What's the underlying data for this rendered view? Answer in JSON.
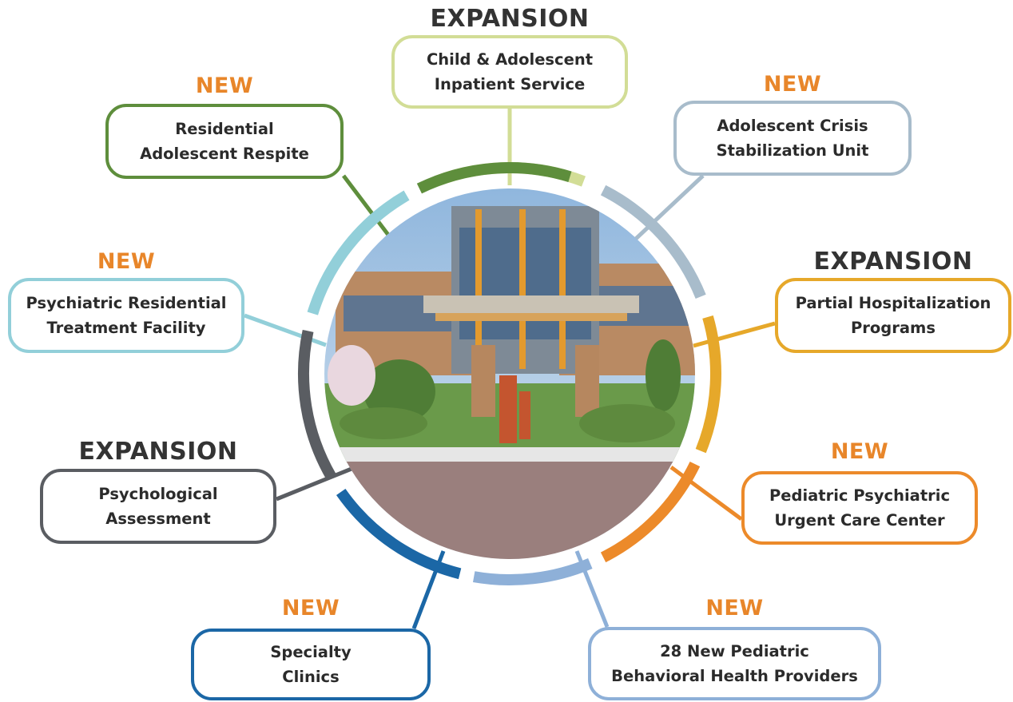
{
  "ring_center_image": {
    "description_icon": "building-illustration"
  },
  "programs": [
    {
      "id": "child-adolescent-inpatient",
      "tag": "EXPANSION",
      "label": "Child & Adolescent\nInpatient Service",
      "color": "#d2dd96"
    },
    {
      "id": "adolescent-crisis-stabilization",
      "tag": "NEW",
      "label": "Adolescent Crisis\nStabilization Unit",
      "color": "#a8bccb"
    },
    {
      "id": "partial-hospitalization",
      "tag": "EXPANSION",
      "label": "Partial Hospitalization\nPrograms",
      "color": "#e6a82a"
    },
    {
      "id": "pediatric-psychiatric-urgent-care",
      "tag": "NEW",
      "label": "Pediatric Psychiatric\nUrgent Care Center",
      "color": "#ec8a2a"
    },
    {
      "id": "pediatric-bh-providers",
      "tag": "NEW",
      "label": "28 New Pediatric\nBehavioral Health Providers",
      "color": "#8eb0d8"
    },
    {
      "id": "specialty-clinics",
      "tag": "NEW",
      "label": "Specialty\nClinics",
      "color": "#1b67a6"
    },
    {
      "id": "psychological-assessment",
      "tag": "EXPANSION",
      "label": "Psychological\nAssessment",
      "color": "#5a5d62"
    },
    {
      "id": "psychiatric-residential-treatment",
      "tag": "NEW",
      "label": "Psychiatric Residential\nTreatment Facility",
      "color": "#92cfd9"
    },
    {
      "id": "residential-adolescent-respite",
      "tag": "NEW",
      "label": "Residential\nAdolescent Respite",
      "color": "#5e8e3c"
    }
  ]
}
